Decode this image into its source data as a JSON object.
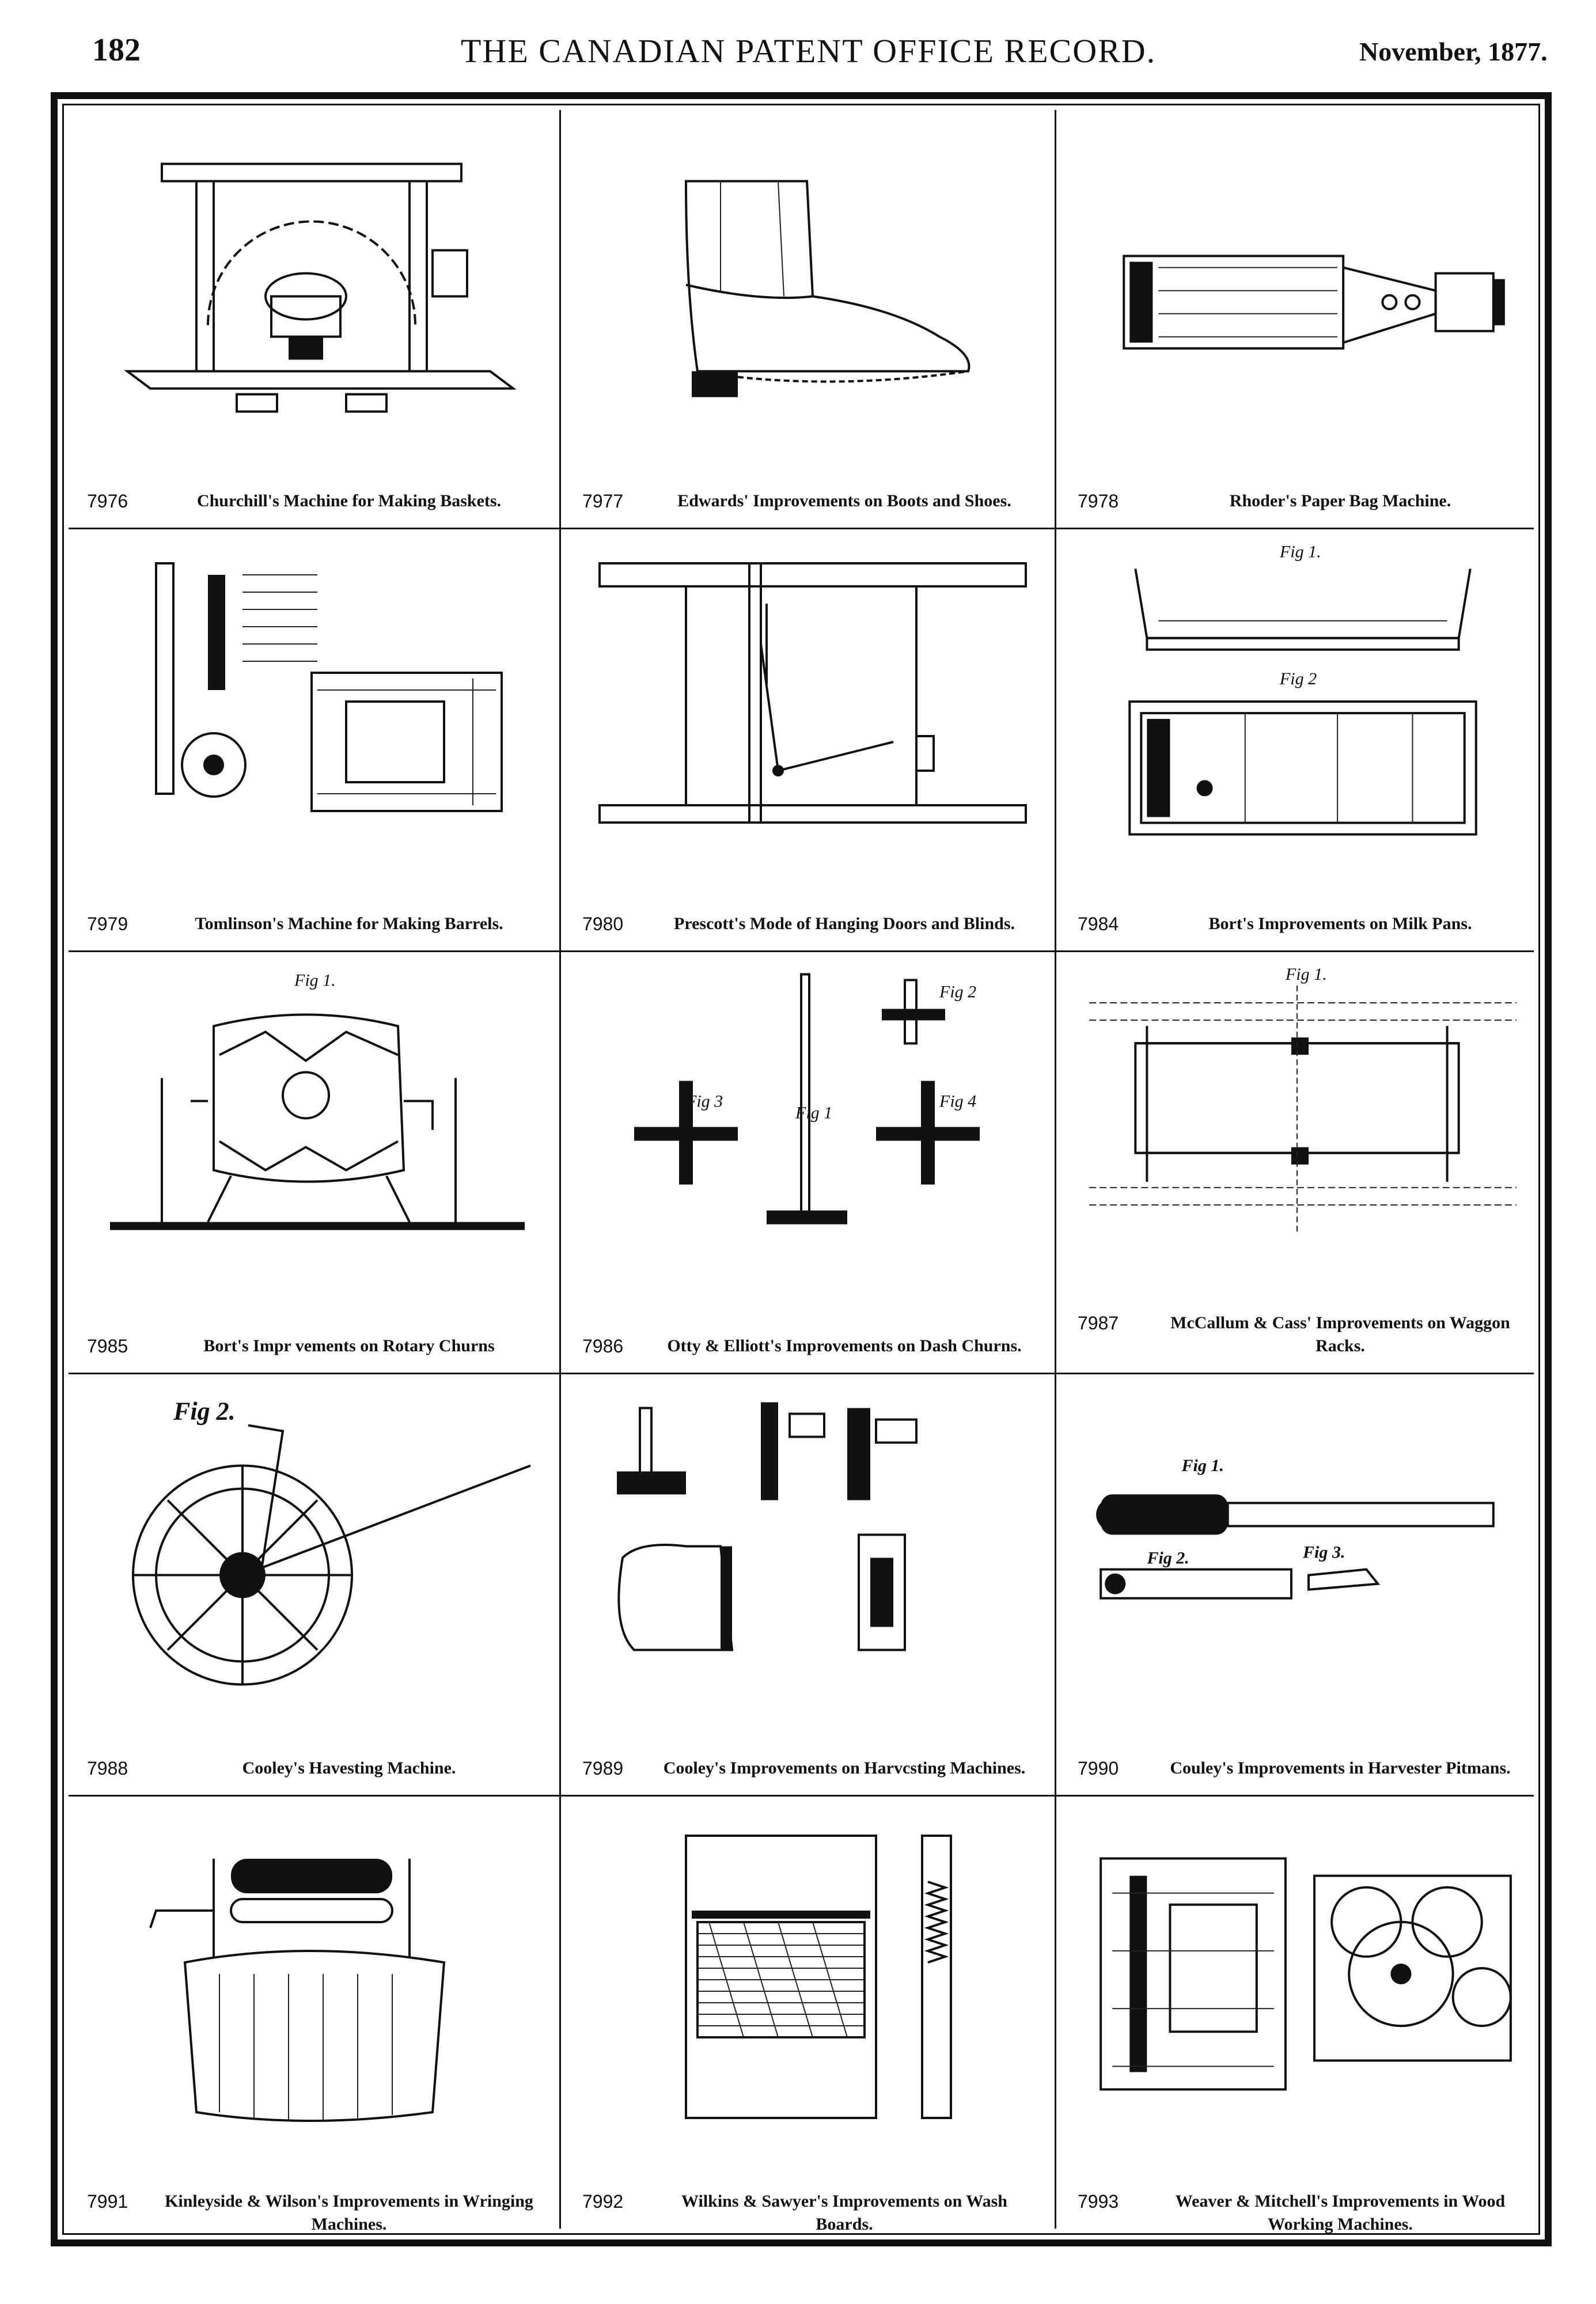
{
  "header": {
    "page_number": "182",
    "title": "THE CANADIAN PATENT OFFICE RECORD.",
    "date": "November, 1877."
  },
  "patents": [
    {
      "number": "7976",
      "caption": "Churchill's Machine for Making Baskets.",
      "figure_labels": []
    },
    {
      "number": "7977",
      "caption": "Edwards' Improvements on Boots and Shoes.",
      "figure_labels": []
    },
    {
      "number": "7978",
      "caption": "Rhoder's Paper Bag Machine.",
      "figure_labels": []
    },
    {
      "number": "7979",
      "caption": "Tomlinson's Machine for Making Barrels.",
      "figure_labels": []
    },
    {
      "number": "7980",
      "caption": "Prescott's Mode of Hanging Doors and Blinds.",
      "figure_labels": []
    },
    {
      "number": "7984",
      "caption": "Bort's Improvements on Milk Pans.",
      "figure_labels": [
        "Fig 1.",
        "Fig 2"
      ]
    },
    {
      "number": "7985",
      "caption": "Bort's Impr vements on Rotary Churns",
      "figure_labels": [
        "Fig 1."
      ]
    },
    {
      "number": "7986",
      "caption": "Otty & Elliott's Improvements on Dash Churns.",
      "figure_labels": [
        "Fig 2",
        "Fig 3",
        "Fig 1",
        "Fig 4"
      ]
    },
    {
      "number": "7987",
      "caption": "McCallum & Cass' Improvements on Waggon Racks.",
      "figure_labels": [
        "Fig 1."
      ]
    },
    {
      "number": "7988",
      "caption": "Cooley's Havesting Machine.",
      "figure_labels": [
        "Fig 2."
      ]
    },
    {
      "number": "7989",
      "caption": "Cooley's Improvements on Harvcsting Machines.",
      "figure_labels": []
    },
    {
      "number": "7990",
      "caption": "Couley's Improvements in Harvester Pitmans.",
      "figure_labels": [
        "Fig 1.",
        "Fig 2.",
        "Fig 3."
      ]
    },
    {
      "number": "7991",
      "caption": "Kinleyside & Wilson's Improvements in Wringing Machines.",
      "figure_labels": []
    },
    {
      "number": "7992",
      "caption": "Wilkins & Sawyer's Improvements on Wash Boards.",
      "figure_labels": []
    },
    {
      "number": "7993",
      "caption": "Weaver & Mitchell's Improvements in Wood Working Machines.",
      "figure_labels": []
    }
  ]
}
